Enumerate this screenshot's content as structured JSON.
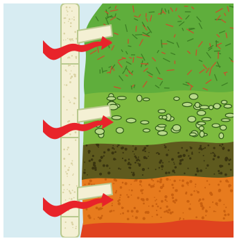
{
  "colors": {
    "frame": "#ffffff",
    "background": "#d7ecf2",
    "pipe_fill": "#f4f0d4",
    "pipe_outline": "#b9c98e",
    "pipe_speckle": "#d9d2a3",
    "arrow": "#e8232a",
    "arrow_dark": "#c11a1f",
    "layer_top": "#5fae3c",
    "layer_top_fiber_dark": "#3d7f24",
    "layer_top_fiber_red": "#c9502a",
    "layer_chips": "#7dbb3f",
    "layer_chips_outline": "#2f5a17",
    "layer_chips_fill": "#b9d98a",
    "layer_dark": "#5e5a1e",
    "layer_dark_dot": "#3a3510",
    "layer_orange": "#e77b1e",
    "layer_orange_dot": "#c9600f",
    "layer_bottom": "#e0431f"
  },
  "diagram": {
    "type": "cross-section",
    "layers": [
      {
        "id": "top",
        "texture": "fibers"
      },
      {
        "id": "chips",
        "texture": "wood-chips"
      },
      {
        "id": "dark",
        "texture": "fine-granules"
      },
      {
        "id": "orange",
        "texture": "fine-granules"
      },
      {
        "id": "bottom",
        "texture": "solid"
      }
    ],
    "pipe": {
      "orientation": "vertical",
      "outlets": 3
    },
    "arrows": {
      "count": 3,
      "direction": "right",
      "style": "wavy"
    }
  }
}
